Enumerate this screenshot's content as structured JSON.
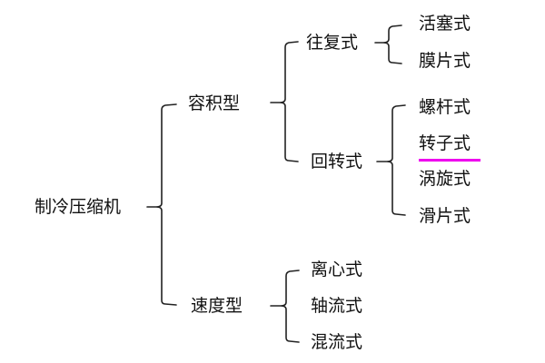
{
  "diagram": {
    "type": "classification-brace-tree",
    "root": {
      "label": "制冷压缩机",
      "children": [
        {
          "label": "容积型",
          "children": [
            {
              "label": "往复式",
              "children": [
                {
                  "label": "活塞式"
                },
                {
                  "label": "膜片式"
                }
              ]
            },
            {
              "label": "回转式",
              "children": [
                {
                  "label": "螺杆式"
                },
                {
                  "label": "转子式",
                  "highlighted": true
                },
                {
                  "label": "涡旋式"
                },
                {
                  "label": "滑片式"
                }
              ]
            }
          ]
        },
        {
          "label": "速度型",
          "children": [
            {
              "label": "离心式"
            },
            {
              "label": "轴流式"
            },
            {
              "label": "混流式"
            }
          ]
        }
      ]
    },
    "highlight_color": "#ee00ee",
    "line_color": "#222222",
    "text_color": "#111111"
  }
}
